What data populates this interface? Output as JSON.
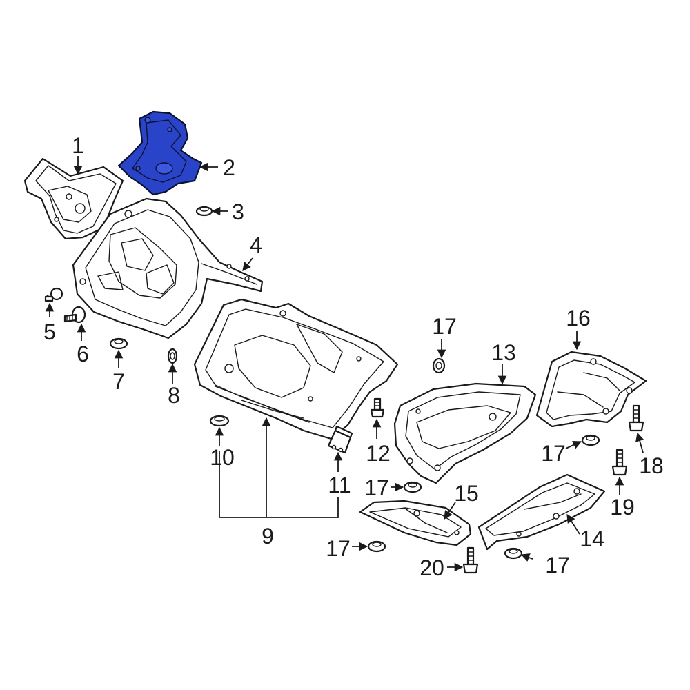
{
  "diagram": {
    "highlight_color": "#2a44c9",
    "line_color": "#1a1a1a",
    "callouts": [
      "1",
      "2",
      "3",
      "4",
      "5",
      "6",
      "7",
      "8",
      "9",
      "10",
      "11",
      "12",
      "13",
      "14",
      "15",
      "16",
      "17",
      "17",
      "17",
      "17",
      "17",
      "18",
      "19",
      "20"
    ]
  }
}
